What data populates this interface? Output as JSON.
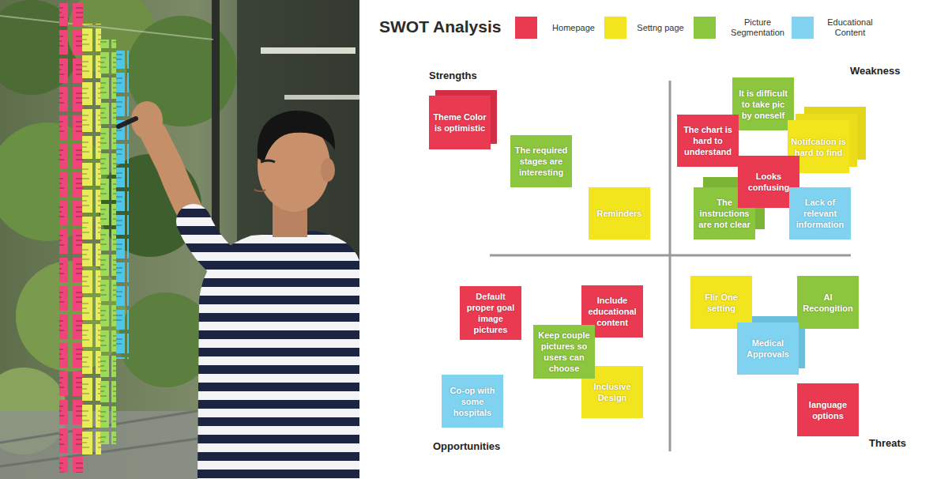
{
  "diagram": {
    "title": "SWOT Analysis",
    "nodes": [
      {
        "text": [
          "Theme Color is optimistic"
        ]
      },
      {
        "text": [
          "The required stages are interesting"
        ]
      },
      {
        "text": [
          "Reminders"
        ]
      },
      {
        "text": [
          "It is difficult to take pic by oneself"
        ]
      },
      {
        "text": [
          "The chart is hard to understand"
        ]
      },
      {
        "text": [
          "Notifcation is hard to find"
        ]
      },
      {
        "text": [
          "Looks confusing"
        ]
      },
      {
        "text": [
          "The instructions are not clear"
        ]
      },
      {
        "text": [
          "Lack of relevant information"
        ]
      },
      {
        "text": [
          "Default proper goal image pictures"
        ]
      },
      {
        "text": [
          "Include educational content"
        ]
      },
      {
        "text": [
          "Keep couple pictures so users can choose"
        ]
      },
      {
        "text": [
          "Inclusive Design"
        ]
      },
      {
        "text": [
          "Co-op with some hospitals"
        ]
      },
      {
        "text": [
          "Flir One setting"
        ]
      },
      {
        "text": [
          "AI Recongition"
        ]
      },
      {
        "text": [
          "Medical Approvals"
        ]
      },
      {
        "text": [
          "language options"
        ]
      }
    ],
    "labels": [
      "Strengths",
      "Weakness",
      "Opportunities",
      "Threats"
    ],
    "legend": [
      {
        "text": "Homepage",
        "color": "#ea3a52"
      },
      {
        "text": "Settng page",
        "color": "#f2e41d"
      },
      {
        "text": "Picture Segmentation",
        "color": "#8cc63f"
      },
      {
        "text": "Educational Content",
        "color": "#7fd3f0"
      }
    ]
  }
}
